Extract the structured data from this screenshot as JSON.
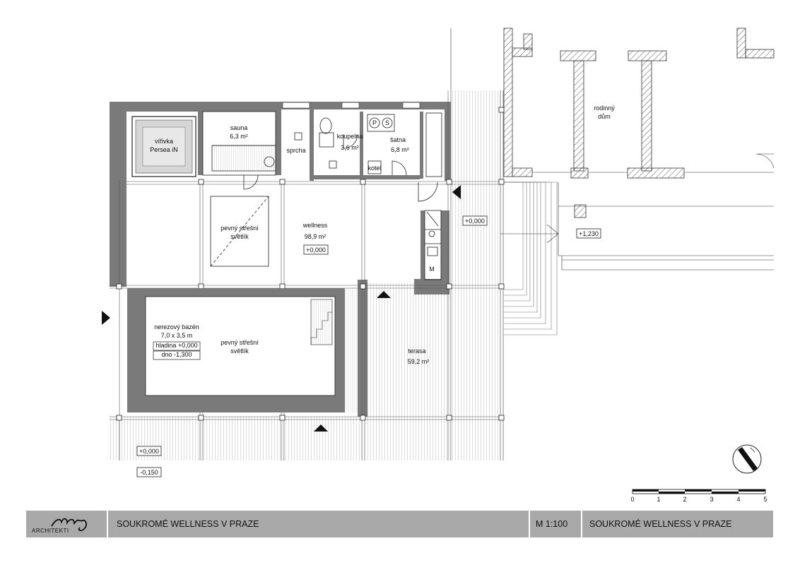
{
  "rooms": {
    "virivka_1": "vířivka",
    "virivka_2": "Persea iN",
    "sauna_name": "sauna",
    "sauna_area": "6,3 m²",
    "sprcha": "sprcha",
    "koupelna_name": "koupelna",
    "koupelna_area": "3,6 m²",
    "satna_name": "šatna",
    "satna_area": "6,8 m²",
    "kotel": "kotel",
    "p_label": "P",
    "s_label": "S",
    "m_label": "M",
    "skylight_1a": "pevný střešní",
    "skylight_1b": "světlík",
    "wellness_name": "wellness",
    "wellness_area": "98,9 m²",
    "pool_1": "nerezový bazén",
    "pool_2": "7,0 x 3,5 m",
    "pool_3": "hladina +0,000",
    "pool_4": "dno -1,300",
    "skylight_2a": "pevný střešní",
    "skylight_2b": "světlík",
    "terasa_name": "terasa",
    "terasa_area": "59,2 m²",
    "house_1": "rodinný",
    "house_2": "dům"
  },
  "levels": {
    "wellness": "+0,000",
    "terrace": "+0,000",
    "upper": "+1,230",
    "ground": "+0,000",
    "lower": "-0,150"
  },
  "scale_bar": {
    "ticks": [
      "0",
      "1",
      "2",
      "3",
      "4",
      "5"
    ]
  },
  "title_block": {
    "logo_text": "ARCHITEKTI",
    "project_left": "SOUKROMÉ WELLNESS V PRAZE",
    "scale": "M 1:100",
    "project_right": "SOUKROMÉ WELLNESS V PRAZE"
  },
  "colors": {
    "wall": "#7a7a7a",
    "title_bar": "#a9a9a9",
    "line": "#222222"
  }
}
